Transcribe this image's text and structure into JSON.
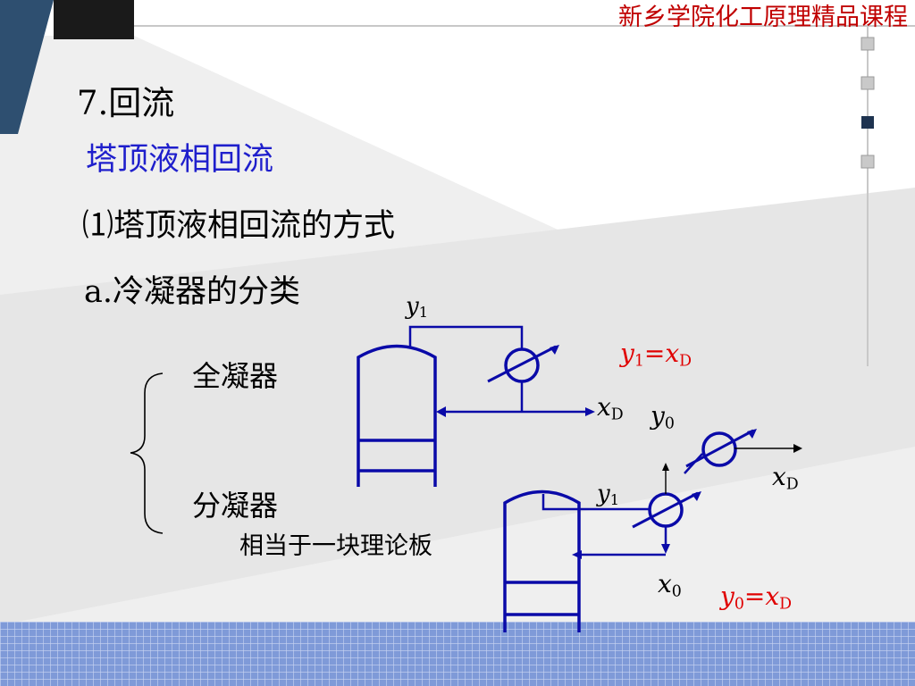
{
  "banner": "新乡学院化工原理精品课程",
  "heading": "7.回流",
  "subtitle": "塔顶液相回流",
  "point1": "⑴塔顶液相回流的方式",
  "point_a": "a.冷凝器的分类",
  "total_condenser": "全凝器",
  "partial_condenser": "分凝器",
  "partial_note": "相当于一块理论板",
  "labels": {
    "y": "y",
    "x": "x",
    "sub1": "1",
    "sub0": "0",
    "subD": "D",
    "eq_sign": "="
  },
  "colors": {
    "equipment": "#0a0aa8",
    "accent_red": "#e00000",
    "subtitle_blue": "#1f1fcc",
    "banner_red": "#c00000",
    "grid_blue": "#6f8fd0"
  }
}
